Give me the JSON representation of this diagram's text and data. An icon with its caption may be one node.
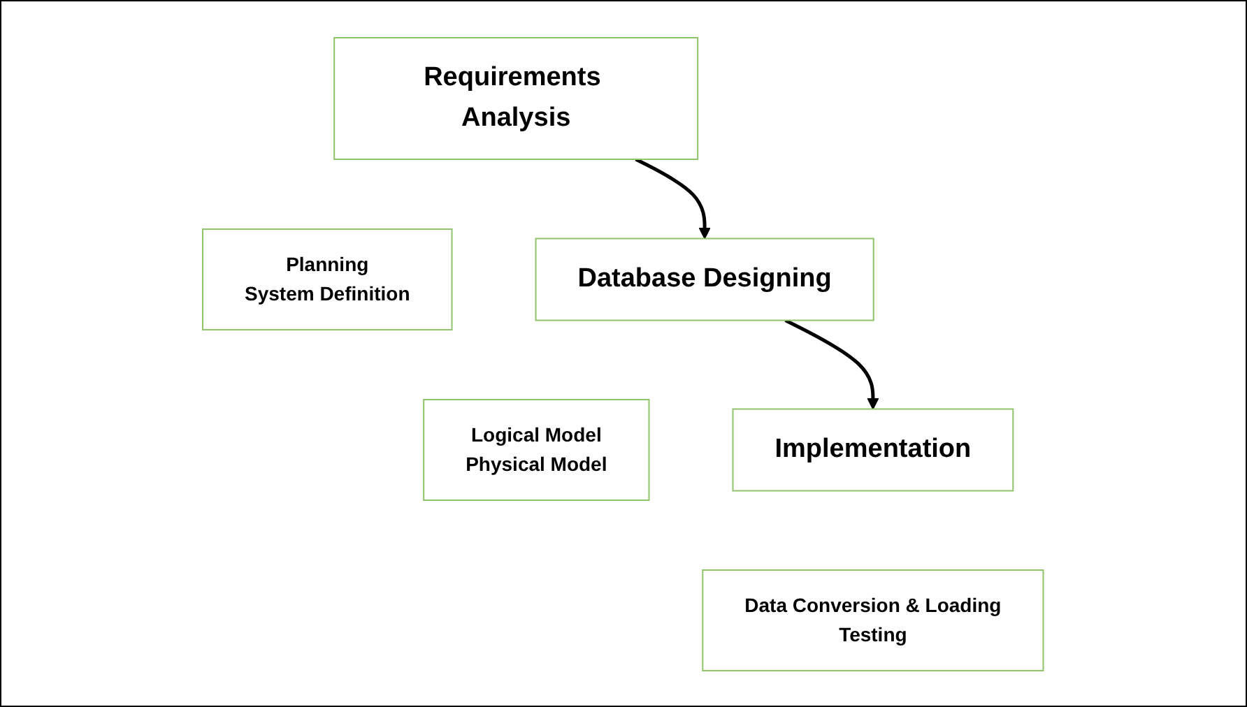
{
  "diagram": {
    "nodes": [
      {
        "text": [
          "Requirements Analysis"
        ]
      },
      {
        "text": [
          "Planning",
          "System Definition"
        ]
      },
      {
        "text": [
          "Database Designing"
        ]
      },
      {
        "text": [
          "Logical Model",
          "Physical Model"
        ]
      },
      {
        "text": [
          "Implementation"
        ]
      },
      {
        "text": [
          "Data Conversion & Loading",
          "Testing"
        ]
      }
    ],
    "edges": [
      {
        "from": 0,
        "to": 2,
        "arrow": "to"
      },
      {
        "from": 2,
        "to": 4,
        "arrow": "to"
      }
    ]
  }
}
